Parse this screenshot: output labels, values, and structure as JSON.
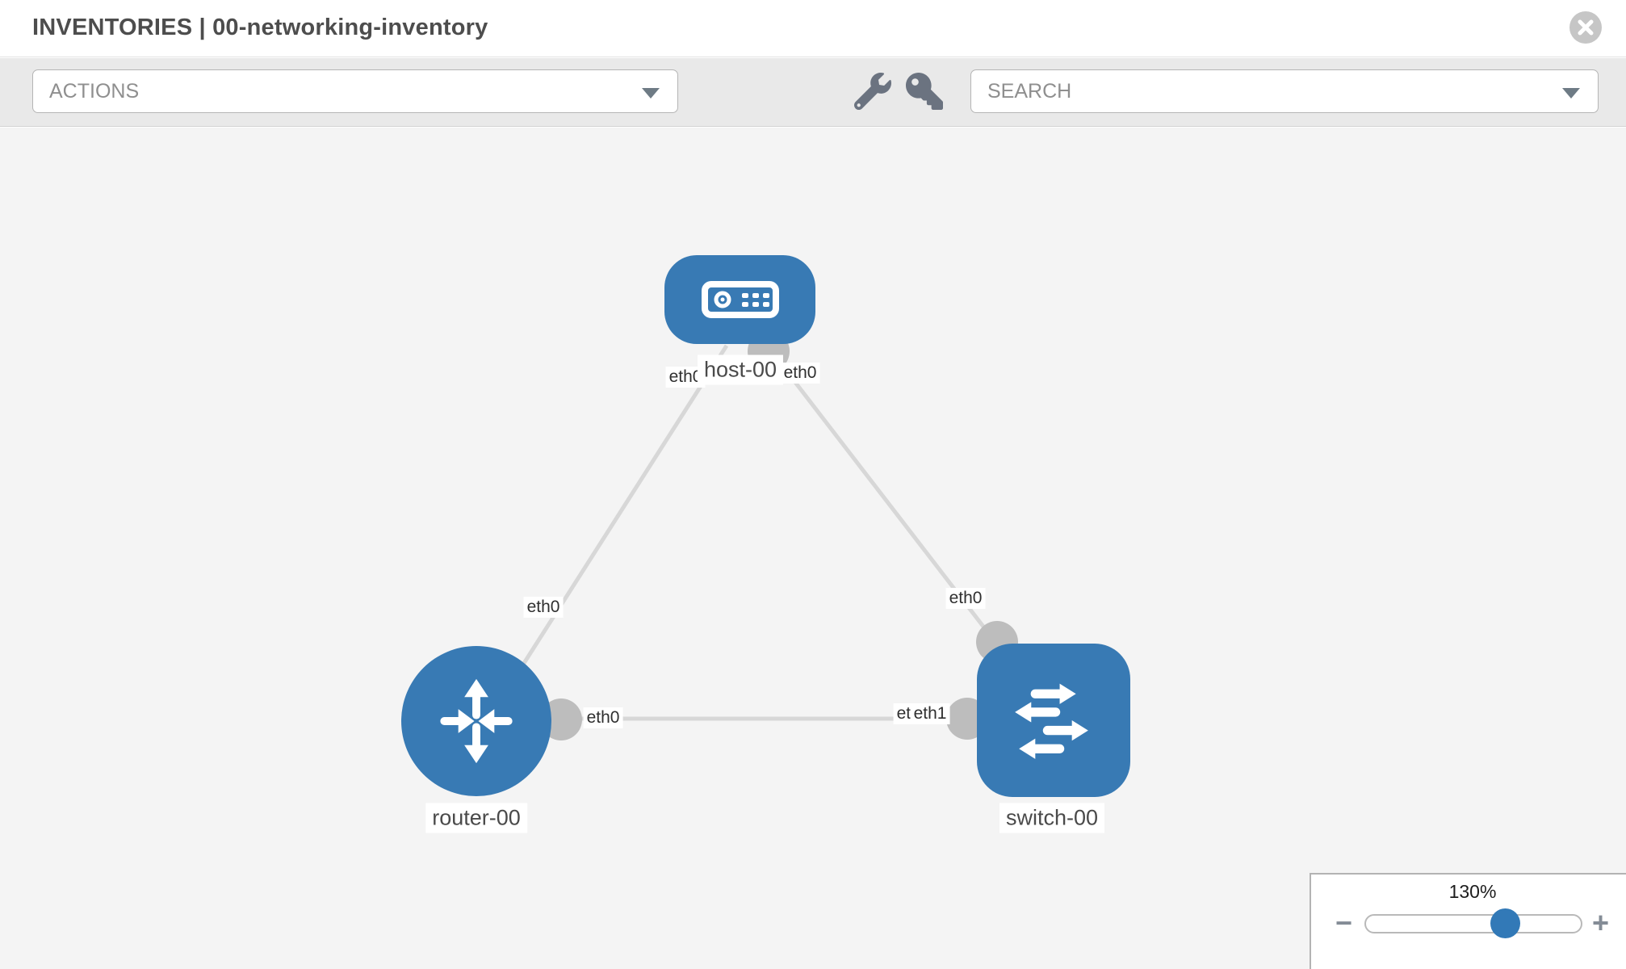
{
  "header": {
    "title": "INVENTORIES | 00-networking-inventory"
  },
  "toolbar": {
    "actions_label": "ACTIONS",
    "search_placeholder": "SEARCH"
  },
  "canvas": {
    "nodes": [
      {
        "label": "host-00",
        "type": "host"
      },
      {
        "label": "router-00",
        "type": "router"
      },
      {
        "label": "switch-00",
        "type": "switch"
      }
    ],
    "links": [
      {
        "from": "host-00",
        "to": "router-00",
        "from_if": "eth0",
        "to_if": "eth0"
      },
      {
        "from": "host-00",
        "to": "switch-00",
        "from_if": "eth0",
        "to_if": "eth0"
      },
      {
        "from": "router-00",
        "to": "switch-00",
        "from_if": "eth0",
        "to_if": "eth1"
      }
    ],
    "interface_labels": [
      {
        "text": "eth0"
      },
      {
        "text": "eth0"
      },
      {
        "text": "eth0"
      },
      {
        "text": "eth0"
      },
      {
        "text": "eth0"
      },
      {
        "text": "eth0"
      },
      {
        "text": "eth1"
      }
    ]
  },
  "zoom_control": {
    "level": "130%",
    "minus_label": "−",
    "plus_label": "+"
  },
  "colors": {
    "node_blue": "#387ab4",
    "port_gray": "#bdbdbd",
    "edge_gray": "#d7d7d7",
    "slider_thumb_blue": "#3279b7",
    "toolbar_bg": "#e9e9e9",
    "canvas_bg": "#f4f4f4"
  }
}
